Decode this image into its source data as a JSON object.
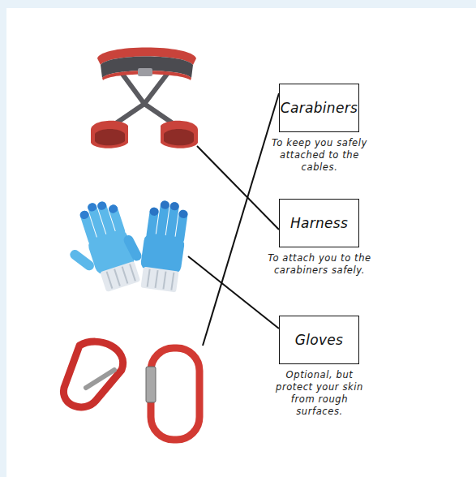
{
  "diagram": {
    "nodes": [
      {
        "text": [
          "Carabiners",
          "To keep you safely attached to the cables."
        ]
      },
      {
        "text": [
          "Harness",
          "To attach you to the carabiners safely."
        ]
      },
      {
        "text": [
          "Gloves",
          "Optional, but protect your skin from rough surfaces."
        ]
      }
    ]
  }
}
